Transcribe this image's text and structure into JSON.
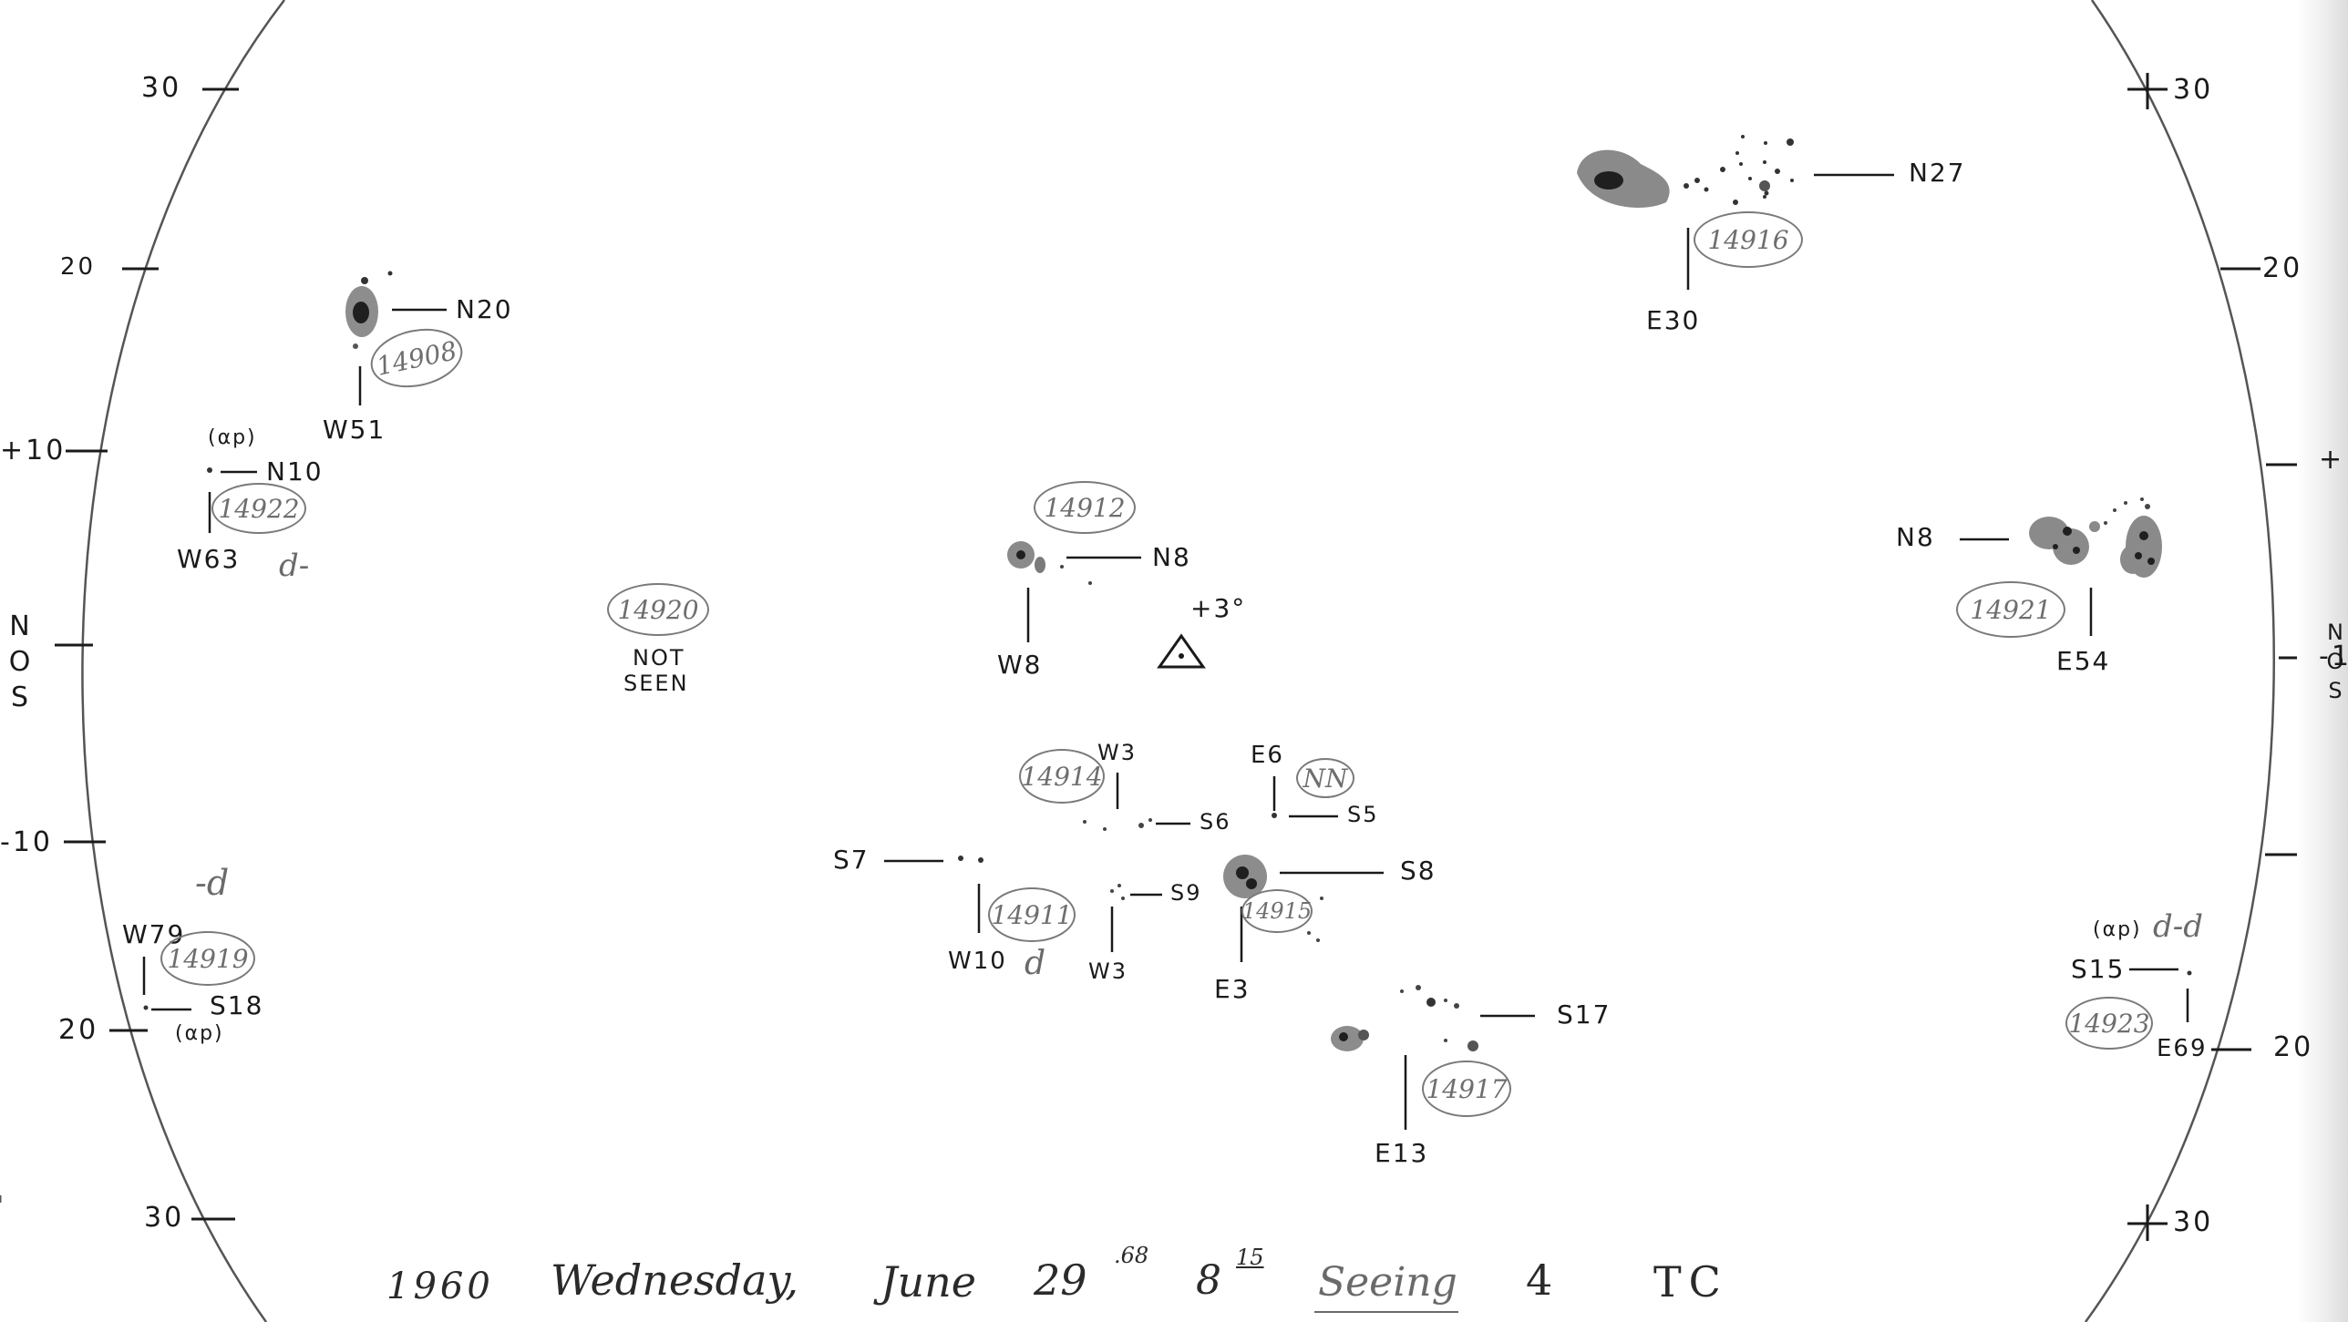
{
  "left_scale": [
    "30",
    "20",
    "+10",
    "-10",
    "20",
    "30"
  ],
  "right_scale": [
    "30",
    "20",
    "+",
    "-1",
    "20",
    "30"
  ],
  "ns_left": "NOS",
  "ns_right": "NOS",
  "groups": [
    {
      "number": "14908",
      "lat": "N20",
      "cmd": "W51"
    },
    {
      "number": "14922",
      "lat": "N10",
      "cmd": "W63",
      "class": "(αp)",
      "note": "d-"
    },
    {
      "number": "14920",
      "status_line1": "NOT",
      "status_line2": "SEEN"
    },
    {
      "number": "14912",
      "lat": "N8",
      "cmd": "W8"
    },
    {
      "number": "14914",
      "lat": "S6",
      "cmd": "W3"
    },
    {
      "number": "14911",
      "lat": "S7",
      "cmd": "W10",
      "note": "d"
    },
    {
      "lat": "S9",
      "cmd": "W3"
    },
    {
      "number": "NN",
      "lat": "S5",
      "cmd": "E6"
    },
    {
      "number": "14915",
      "lat": "S8",
      "cmd": "E3"
    },
    {
      "number": "14917",
      "lat": "S17",
      "cmd": "E13"
    },
    {
      "number": "14916",
      "lat": "N27",
      "cmd": "E30"
    },
    {
      "number": "14921",
      "lat": "N8",
      "cmd": "E54"
    },
    {
      "number": "14923",
      "lat": "S15",
      "cmd": "E69",
      "class": "(αp)",
      "note": "d-d"
    },
    {
      "number": "14919",
      "lat": "S18",
      "cmd": "W79",
      "class": "(αp)",
      "note": "-d"
    }
  ],
  "center_mark": "+3°",
  "footer": {
    "year": "1960",
    "weekday": "Wednesday,",
    "month": "June",
    "day": "29",
    "day_fraction": ".68",
    "hour": "8",
    "minute": "15",
    "seeing_label": "Seeing",
    "seeing_value": "4",
    "observer": "TC"
  }
}
